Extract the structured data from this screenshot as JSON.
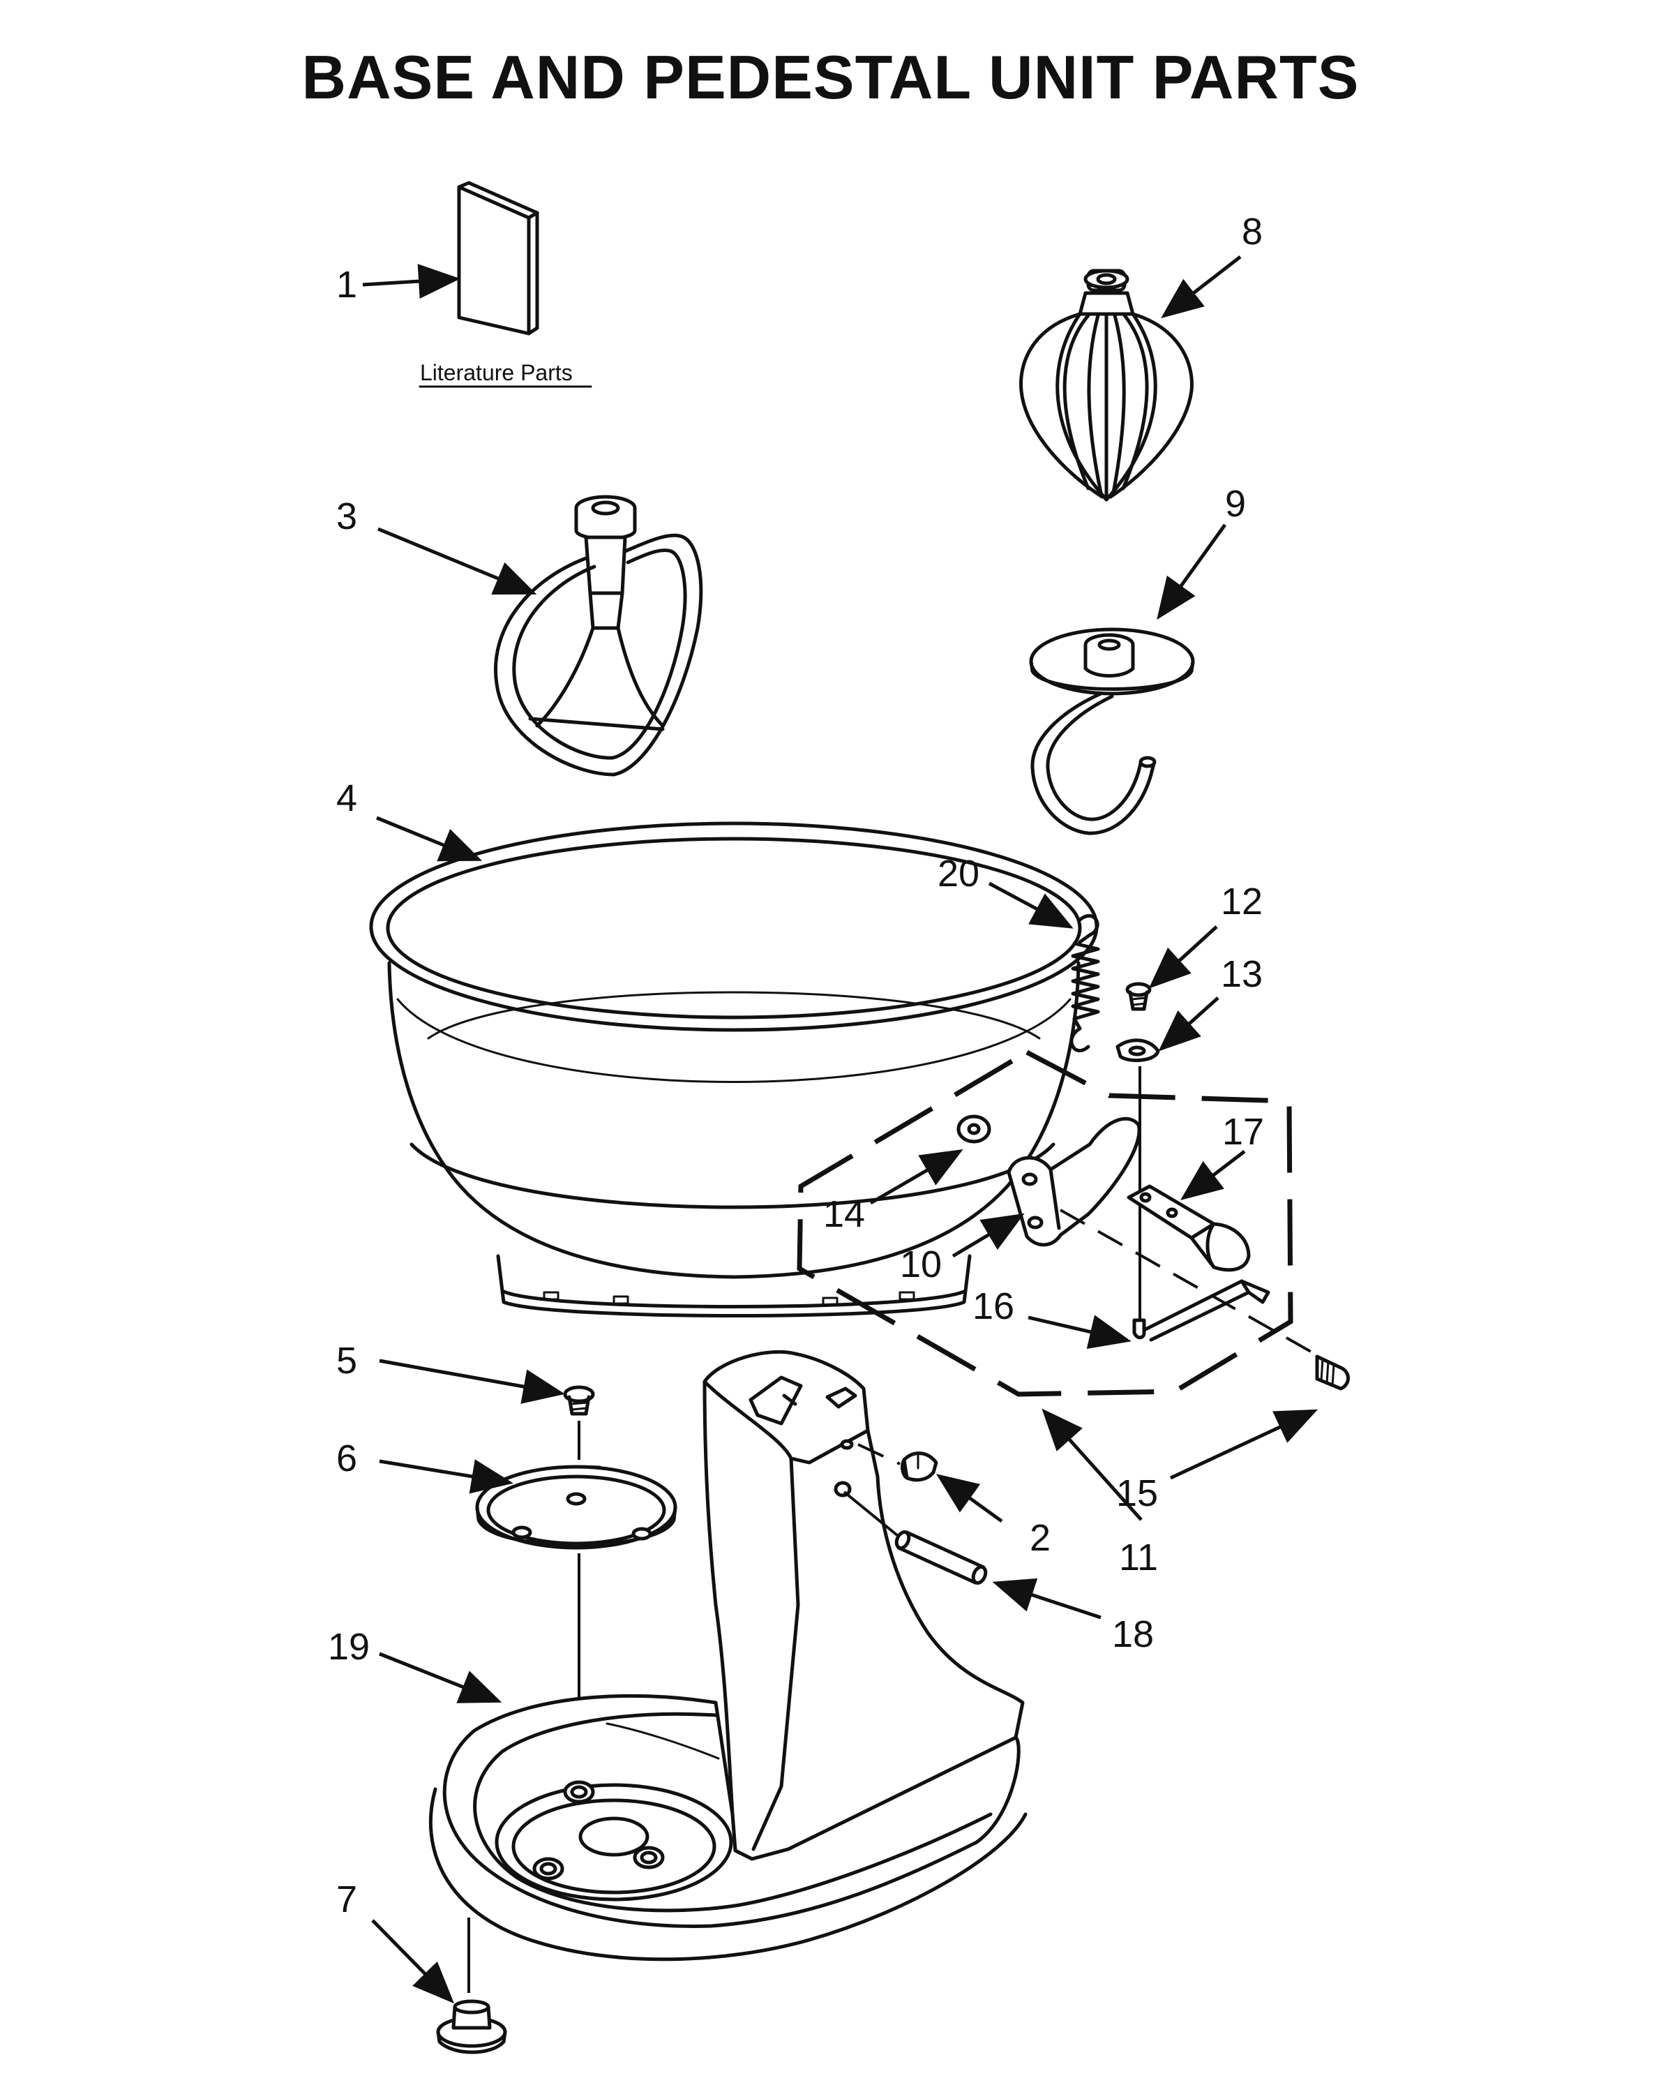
{
  "title": "BASE AND PEDESTAL UNIT PARTS",
  "literature_label": "Literature Parts",
  "callouts": {
    "c1": "1",
    "c2": "2",
    "c3": "3",
    "c4": "4",
    "c5": "5",
    "c6": "6",
    "c7": "7",
    "c8": "8",
    "c9": "9",
    "c10": "10",
    "c11": "11",
    "c12": "12",
    "c13": "13",
    "c14": "14",
    "c15": "15",
    "c16": "16",
    "c17": "17",
    "c18": "18",
    "c19": "19",
    "c20": "20"
  }
}
